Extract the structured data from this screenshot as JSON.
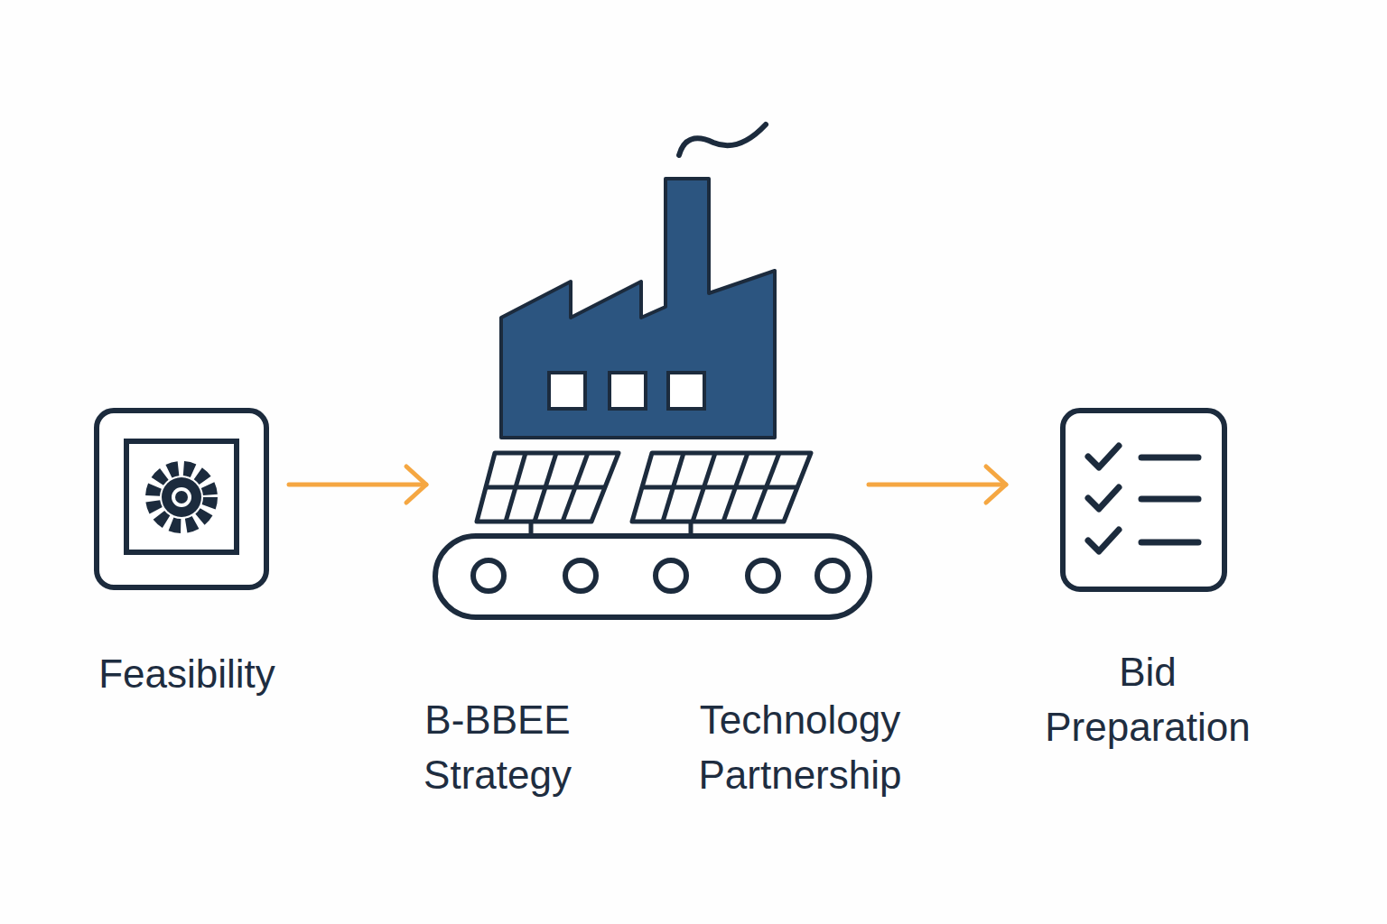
{
  "diagram": {
    "nodes": [
      {
        "text": [
          "Feasibility"
        ]
      },
      {
        "text": [
          "B-BBEE Strategy",
          "Technology Partnership"
        ]
      },
      {
        "text": [
          "Bid Preparation"
        ]
      }
    ],
    "edges": [
      {
        "from": 0,
        "to": 1,
        "arrow": "to"
      },
      {
        "from": 1,
        "to": 2,
        "arrow": "to"
      }
    ]
  }
}
